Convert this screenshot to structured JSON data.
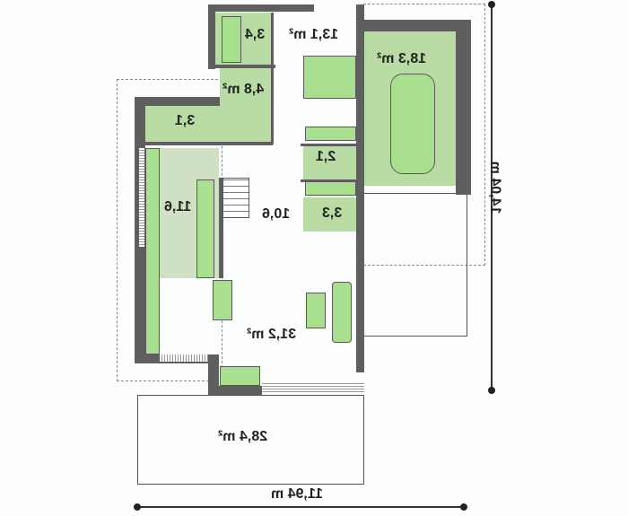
{
  "rooms": [
    {
      "id": "bathroom",
      "area": "3,4"
    },
    {
      "id": "bedroom",
      "area": "13,1 m²"
    },
    {
      "id": "garage",
      "area": "18,3 m²"
    },
    {
      "id": "hall-upper",
      "area": "4,8 m²"
    },
    {
      "id": "pantry",
      "area": "3,1"
    },
    {
      "id": "wc",
      "area": "2,1"
    },
    {
      "id": "kitchen",
      "area": "11,6"
    },
    {
      "id": "hall",
      "area": "10,6"
    },
    {
      "id": "wardrobe",
      "area": "3,3"
    },
    {
      "id": "living-room",
      "area": "31,2 m²"
    },
    {
      "id": "terrace",
      "area": "28,4 m²"
    }
  ],
  "dimensions": {
    "width": "11,94 m",
    "depth": "14,04 m"
  },
  "colors": {
    "wall": "#5f5f5f",
    "room": "#b9dba4",
    "furniture": "#a8e08f"
  }
}
